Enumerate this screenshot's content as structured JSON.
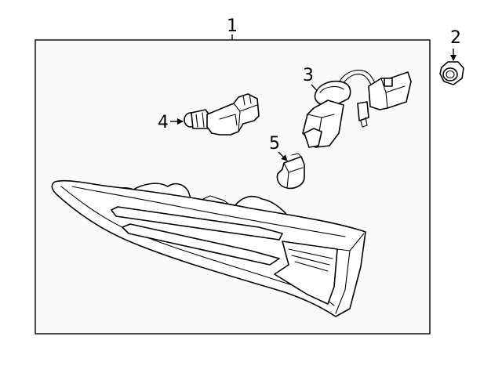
{
  "diagram": {
    "callouts": [
      {
        "id": "1",
        "label": "1"
      },
      {
        "id": "2",
        "label": "2"
      },
      {
        "id": "3",
        "label": "3"
      },
      {
        "id": "4",
        "label": "4"
      },
      {
        "id": "5",
        "label": "5"
      }
    ],
    "colors": {
      "background": "#ffffff",
      "frame": "#fafafa",
      "line": "#000000"
    }
  }
}
